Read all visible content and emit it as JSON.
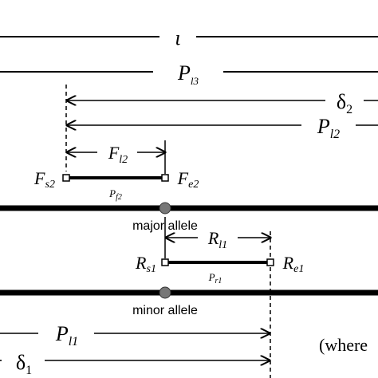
{
  "diagram": {
    "lines": {
      "iota": {
        "label": "ι"
      },
      "pl3": {
        "label": "P",
        "sub": "l3"
      },
      "delta2": {
        "label": "δ",
        "sub": "2"
      },
      "pl2": {
        "label": "P",
        "sub": "l2"
      },
      "fl2": {
        "label": "F",
        "sub": "l2"
      },
      "rl1": {
        "label": "R",
        "sub": "l1"
      },
      "pl1": {
        "label": "P",
        "sub": "l1"
      },
      "delta1": {
        "label": "δ",
        "sub": "1"
      }
    },
    "endpoints": {
      "fs2": {
        "label": "F",
        "sub": "s2"
      },
      "fe2": {
        "label": "F",
        "sub": "e2"
      },
      "rs1": {
        "label": "R",
        "sub": "s1"
      },
      "re1": {
        "label": "R",
        "sub": "e1"
      }
    },
    "segments": {
      "pf2": {
        "label": "P",
        "sub": "f2"
      },
      "pr1": {
        "label": "P",
        "sub": "r1"
      }
    },
    "alleles": {
      "major": "major allele",
      "minor": "minor allele"
    },
    "note": "(where"
  }
}
